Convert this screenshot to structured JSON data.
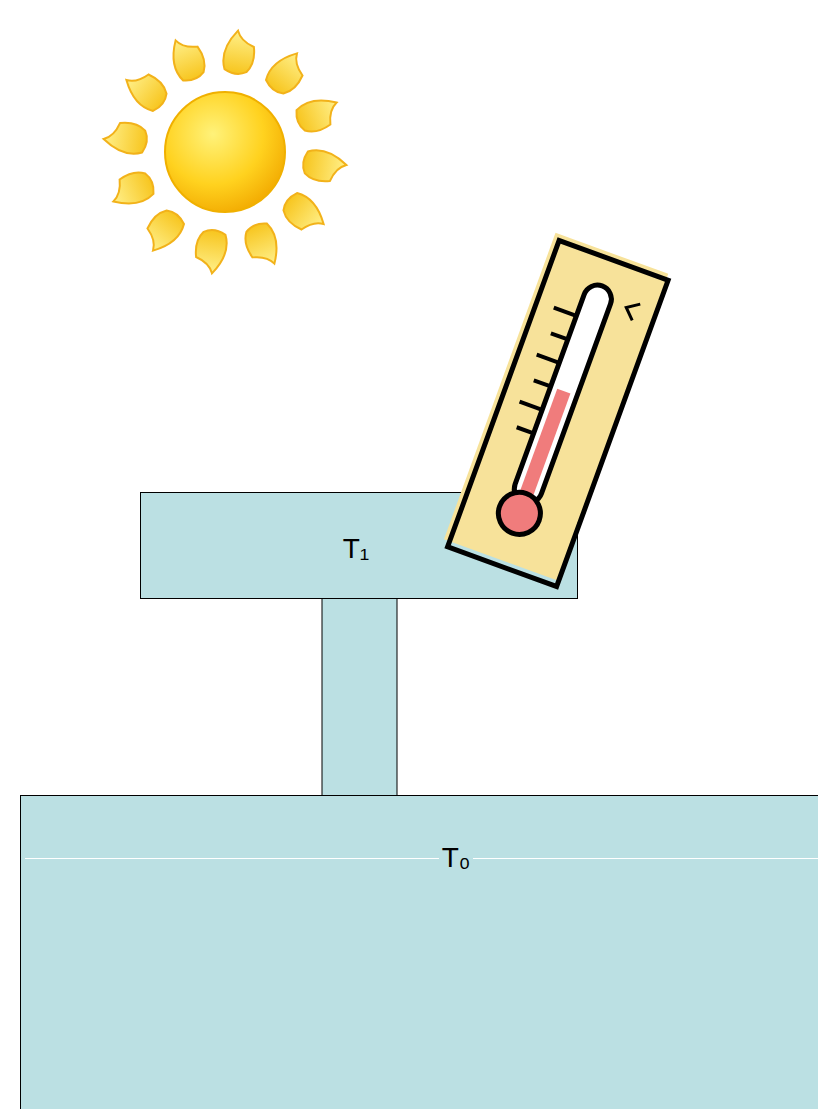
{
  "diagram": {
    "nodes": [
      {
        "text": [
          "T₁"
        ]
      },
      {
        "text": [
          "T₀"
        ]
      }
    ],
    "edges": [
      {
        "from": 0,
        "to": 1,
        "arrow": "none"
      }
    ]
  }
}
